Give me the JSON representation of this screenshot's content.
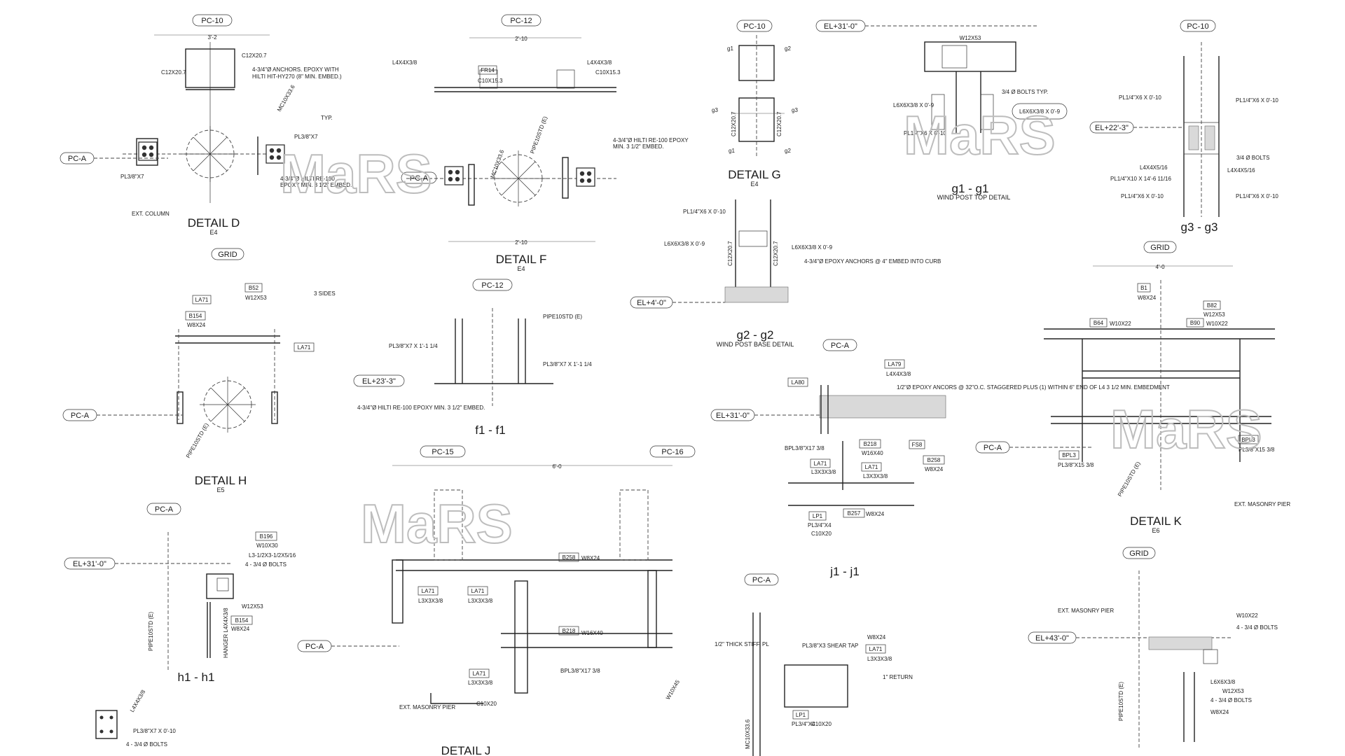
{
  "watermark": "MaRS",
  "details": [
    {
      "id": "detail-d",
      "title": "DETAIL D",
      "sheet": "E4"
    },
    {
      "id": "detail-f",
      "title": "DETAIL F",
      "sheet": "E4"
    },
    {
      "id": "detail-g",
      "title": "DETAIL G",
      "sheet": "E4"
    },
    {
      "id": "section-g1",
      "title": "g1 - g1",
      "caption": "WIND POST TOP DETAIL"
    },
    {
      "id": "section-g3",
      "title": "g3 - g3"
    },
    {
      "id": "section-g2",
      "title": "g2 - g2",
      "caption": "WIND POST BASE DETAIL"
    },
    {
      "id": "detail-h",
      "title": "DETAIL H",
      "sheet": "E5"
    },
    {
      "id": "section-f1",
      "title": "f1 - f1"
    },
    {
      "id": "detail-k",
      "title": "DETAIL K",
      "sheet": "E6"
    },
    {
      "id": "section-j1",
      "title": "j1 - j1"
    },
    {
      "id": "section-h1",
      "title": "h1 - h1"
    },
    {
      "id": "detail-j",
      "title": "DETAIL J"
    }
  ],
  "tags": {
    "pc10_a": "PC-10",
    "pc12_a": "PC-12",
    "pc10_b": "PC-10",
    "el31_a": "EL+31'-0\"",
    "pc10_c": "PC-10",
    "pca_a": "PC-A",
    "pca_b": "PC-A",
    "el22": "EL+22'-3\"",
    "grid_a": "GRID",
    "pc12_b": "PC-12",
    "el4": "EL+4'-0\"",
    "pca_c": "PC-A",
    "el23": "EL+23'-3\"",
    "pca_d": "PC-A",
    "grid_b": "GRID",
    "pca_e": "PC-A",
    "el31_b": "EL+31'-0\"",
    "pc15": "PC-15",
    "pc16": "PC-16",
    "pca_f": "PC-A",
    "el31_c": "EL+31'-0\"",
    "pca_g": "PC-A",
    "pca_h": "PC-A",
    "grid_c": "GRID",
    "el43": "EL+43'-0\""
  },
  "notes": {
    "d_anchors": "4-3/4\"Ø ANCHORS. EPOXY WITH",
    "d_hilti": "HILTI HIT-HY270 (8\" MIN. EMBED.)",
    "d_c12": "C12X20.7",
    "d_ext": "EXT. COLUMN",
    "d_pl": "PL3/8\"X7",
    "d_pl2": "PL3/8\"X7",
    "d_hilti2": "4-3/4\"Ø HILTI RE-100",
    "d_epoxy": "EPOXY MIN. 3 1/2\" EMBED.",
    "d_mc": "MC10X33.6",
    "d_typ": "TYP.",
    "d_dim": "3'-2",
    "f_l4": "L4X4X3/8",
    "f_c10": "C10X15.3",
    "f_c10b": "C10X15.3",
    "f_fr": "FR14",
    "f_pipe": "PIPE10STD (E)",
    "f_hilti": "4-3/4\"Ø HILTI RE-100 EPOXY",
    "f_min": "MIN. 3 1/2\" EMBED.",
    "f_mc": "MC10X33.6",
    "f_dim": "2'-10",
    "g_c12": "C12X20.7",
    "g1_w12": "W12X53",
    "g1_bolts": "3/4 Ø BOLTS TYP.",
    "g1_l6": "L6X6X3/8 X 0'-9",
    "g1_pl": "PL1/4\"X6 X 0'-10",
    "g3_pl1": "PL1/4\"X6 X 0'-10",
    "g3_pl2": "PL1/4\"X10 X 14'-6 11/16",
    "g3_l4": "L4X4X5/16",
    "g3_bolts": "3/4 Ø BOLTS",
    "g2_pl": "PL1/4\"X6 X 0'-10",
    "g2_l6": "L6X6X3/8 X 0'-9",
    "g2_anch": "4-3/4\"Ø EPOXY ANCHORS @ 4\" EMBED INTO CURB",
    "h_w12": "W12X53",
    "h_w8": "W8X24",
    "h_la71": "LA71",
    "h_b52": "B52",
    "h_b154": "B154",
    "h_3sides": "3 SIDES",
    "h_pipe": "PIPE10STD (E)",
    "f1_pipe": "PIPE10STD (E)",
    "f1_pl": "PL3/8\"X7 X 1'-1 1/4",
    "f1_hilti": "4-3/4\"Ø HILTI RE-100 EPOXY MIN. 3 1/2\" EMBED.",
    "j1_epoxy": "1/2\"Ø EPOXY ANCORS @ 32\"O.C. STAGGERED PLUS (1) WITHIN 6\" END OF L4 3 1/2 MIN. EMBEDMENT",
    "j1_la79": "LA79",
    "j1_l4": "L4X4X3/8",
    "j1_la80": "LA80",
    "j1_b218": "B218",
    "j1_w16": "W16X40",
    "j1_bpl": "BPL3/8\"X17 3/8",
    "j1_la71": "LA71",
    "j1_l3": "L3X3X3/8",
    "j1_b258": "B258",
    "j1_w8": "W8X24",
    "j1_lp1": "LP1",
    "j1_pl": "PL3/4\"X4",
    "j1_c10": "C10X20",
    "j1_b257": "B257",
    "j1_fs8": "FS8",
    "k_b1": "B1",
    "k_w8": "W8X24",
    "k_b82": "B82",
    "k_w12": "W12X53",
    "k_b64": "B64",
    "k_w10": "W10X22",
    "k_b90": "B90",
    "k_bpl": "BPL3",
    "k_pl": "PL3/8\"X15 3/8",
    "k_ext": "EXT. MASONRY PIER",
    "k_pipe": "PIPE10STD (E)",
    "k_dim": "4'-0",
    "h1_b196": "B196",
    "h1_w10": "W10X30",
    "h1_l3": "L3-1/2X3-1/2X5/16",
    "h1_bolts": "4 - 3/4 Ø BOLTS",
    "h1_w12": "W12X53",
    "h1_b154": "B154",
    "h1_w8": "W8X24",
    "h1_hanger": "HANGER L4X4X3/8",
    "h1_pipe": "PIPE10STD (E)",
    "j_b258": "B258",
    "j_w8": "W8X24",
    "j_b218": "B218",
    "j_w16": "W16X40",
    "j_bpl": "BPL3/8\"X17 3/8",
    "j_la71": "LA71",
    "j_l3": "L3X3X3/8",
    "j_c10": "C10X20",
    "j_ext": "EXT. MASONRY PIER",
    "j_w10": "W10X45",
    "j_dim": "6'-0",
    "s_w8": "W8X24",
    "s_la71": "LA71",
    "s_l3": "L3X3X3/8",
    "s_shear": "PL3/8\"X3 SHEAR TAP",
    "s_stiff": "1/2\" THICK STIFF. PL",
    "s_return": "1\" RETURN",
    "s_c10": "C10X20",
    "s_lp1": "LP1",
    "s_pl": "PL3/4\"X4",
    "s_mc": "MC10X33.6",
    "br_w10": "W10X22",
    "br_bolts": "4 - 3/4 Ø BOLTS",
    "br_l6": "L6X6X3/8",
    "br_w12": "W12X53",
    "br_w8": "W8X24",
    "br_ext": "EXT. MASONRY PIER",
    "br_pipe": "PIPE10STD (E)",
    "bl_pl": "PL3/8\"X7 X 0'-10",
    "bl_bolts": "4 - 3/4 Ø BOLTS",
    "bl_l4": "L4X4X3/8"
  }
}
